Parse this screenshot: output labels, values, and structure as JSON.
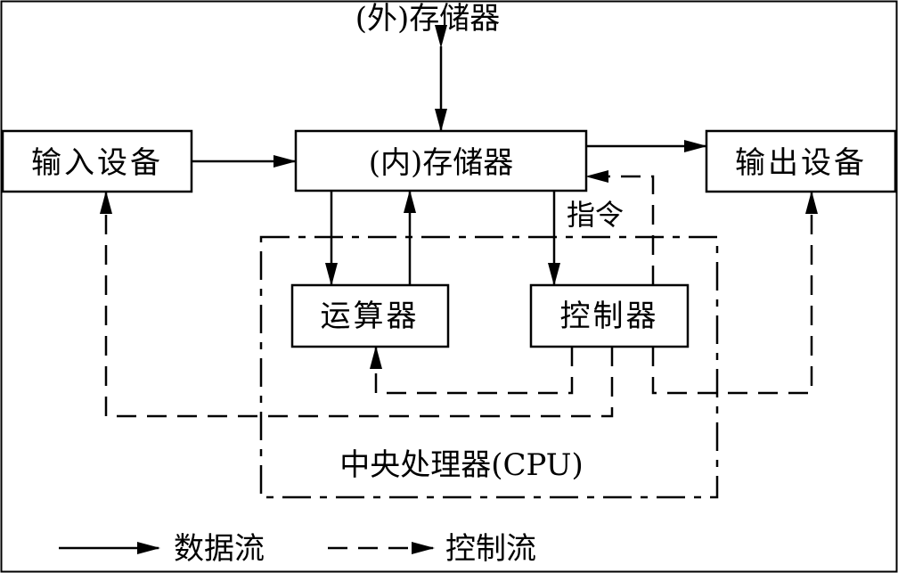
{
  "nodes": {
    "external_storage": "(外)存储器",
    "internal_storage": "(内)存储器",
    "input_device": "输入设备",
    "output_device": "输出设备",
    "alu": "运算器",
    "controller": "控制器",
    "cpu": "中央处理器(CPU)"
  },
  "edge_labels": {
    "instruction": "指令"
  },
  "legend": {
    "data_flow": "数据流",
    "control_flow": "控制流"
  }
}
